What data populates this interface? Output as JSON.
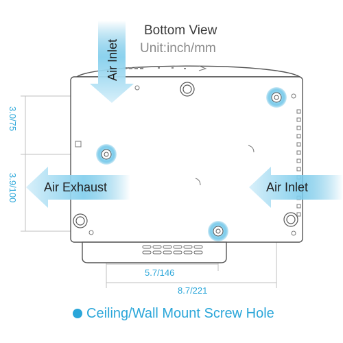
{
  "title": "Bottom View",
  "unit": "Unit:inch/mm",
  "labels": {
    "air_inlet_top": "Air Inlet",
    "air_inlet_right": "Air Inlet",
    "air_exhaust": "Air Exhaust"
  },
  "dimensions": {
    "left_upper": "3.0/75",
    "left_lower": "3.9/100",
    "bottom_short": "5.7/146",
    "bottom_long": "8.7/221"
  },
  "legend": "Ceiling/Wall Mount Screw Hole",
  "colors": {
    "accent": "#2aa6d9",
    "outline": "#555555",
    "guide": "#bfbfbf"
  }
}
